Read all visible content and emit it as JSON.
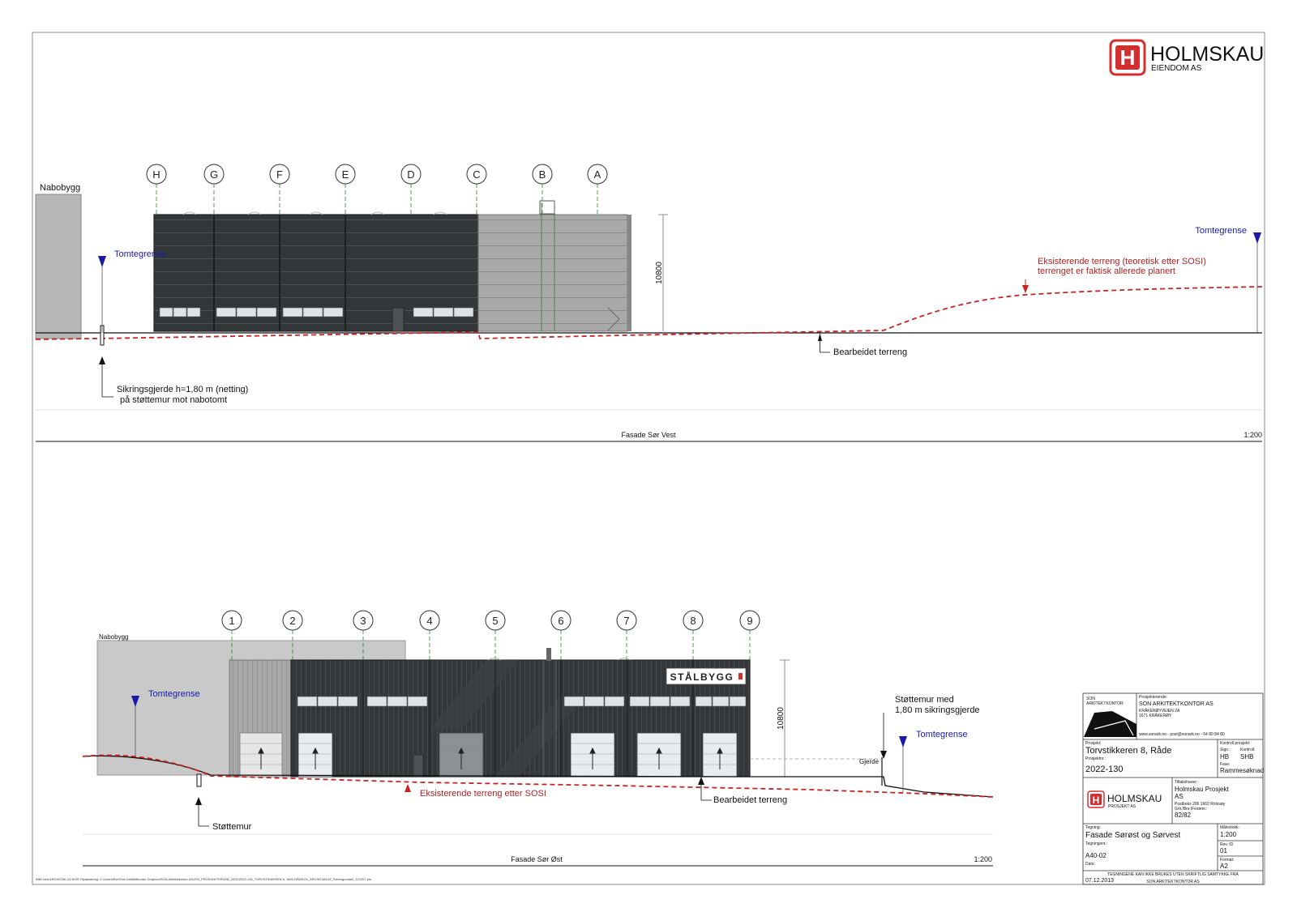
{
  "logo": {
    "name": "HOLMSKAU",
    "sub": "EIENDOM  AS",
    "letter": "H"
  },
  "elevation_top": {
    "title": "Fasade Sør Vest",
    "scale": "1:200",
    "gridlines": [
      "H",
      "G",
      "F",
      "E",
      "D",
      "C",
      "B",
      "A"
    ],
    "height_dim": "10800",
    "labels": {
      "neighbor": "Nabobygg",
      "boundary_left": "Tomtegrense",
      "boundary_right": "Tomtegrense",
      "existing_terrain_1": "Eksisterende terreng (teoretisk etter SOSI)",
      "existing_terrain_2": "terrenget er faktisk allerede planert",
      "processed_terrain": "Bearbeidet terreng",
      "fence_1": "Sikringsgjerde h=1,80 m (netting)",
      "fence_2": "på støttemur mot nabotomt"
    }
  },
  "elevation_bottom": {
    "title": "Fasade Sør Øst",
    "scale": "1:200",
    "gridlines": [
      "1",
      "2",
      "3",
      "4",
      "5",
      "6",
      "7",
      "8",
      "9"
    ],
    "height_dim": "10800",
    "sign": "STÅLBYGG",
    "labels": {
      "neighbor": "Nabobygg",
      "boundary_left": "Tomtegrense",
      "boundary_right": "Tomtegrense",
      "wall_1": "Støttemur med",
      "wall_2": "1,80 m sikringsgjerde",
      "fence": "Gjerde",
      "existing_terrain": "Eksisterende terreng etter SOSI",
      "processed_terrain": "Bearbeidet terreng",
      "retaining_wall": "Støttemur"
    }
  },
  "title_block": {
    "firm_1": "SON",
    "firm_2": "ARKITEKTKONTOR",
    "designer_label": "Prosjekterende:",
    "designer": "SON ARKITEKTKONTOR AS",
    "address_1": "KRÅKERØYVEIEN 2A",
    "address_2": "1671 KRÅKERØY",
    "web": "www.sonark.no - post@sonark.no - 64 80 84 80",
    "project_label": "Prosjekt:",
    "project": "Torvstikkeren 8, Råde",
    "project_no_label": "Prosjektnr.:",
    "project_no": "2022-130",
    "control_label": "Kontroll prosjekt:",
    "sign_label": "Sign.:",
    "sign": "HB",
    "check_label": "Kontroll:",
    "check": "SHB",
    "phase_label": "Fase:",
    "phase": "Rammesøknad",
    "client_label": "Tiltakshaver:",
    "client": "Holmskau       Prosjekt",
    "client_2": "AS",
    "client_addr": "Postboks 206 1662 Rolvsøy",
    "client_gnr_label": "Gnr./Bnr./Festenr.:",
    "client_gnr": "82/82",
    "client_logo_name": "HOLMSKAU",
    "client_logo_sub": "PROSJEKT AS",
    "drawing_label": "Tegning:",
    "drawing": "Fasade Sørøst og Sørvest",
    "scale_label": "Målestokk:",
    "scale": "1:200",
    "drawing_no_label": "Tegningsnr.:",
    "drawing_no": "A40-02",
    "rev_label": "Rev. ID",
    "rev": "01",
    "format_label": "Format:",
    "format": "A2",
    "date_label": "Dato:",
    "date": "07.12.2013",
    "disclaimer_1": "TEGNINGENE KAN IKKE BRUKES UTEN SKRIFTLIG SAMTYKKE FRA",
    "disclaimer_2": "SON ARKITEKTKONTOR AS"
  },
  "footer_path": "BIM med ARCHICAD 24 NOR Filplassering: C:\\Users\\Eier\\Son Arkitektkontor Dropbox\\SON Arkitektkontor AS\\200_PROSJEKTER\\208_2022\\2022-130_TORVSTIKKEREN 8, 1640 RÅDE\\04_ARCHICAD\\19_Terrengmodell_221207.pln",
  "colors": {
    "cladding_dark": "#33373a",
    "cladding_light": "#a9a9a9",
    "terrain_red": "#cc2222",
    "boundary_blue": "#1a1aa8",
    "grid_green": "#2e7d32",
    "logo_red": "#d32f2f"
  }
}
